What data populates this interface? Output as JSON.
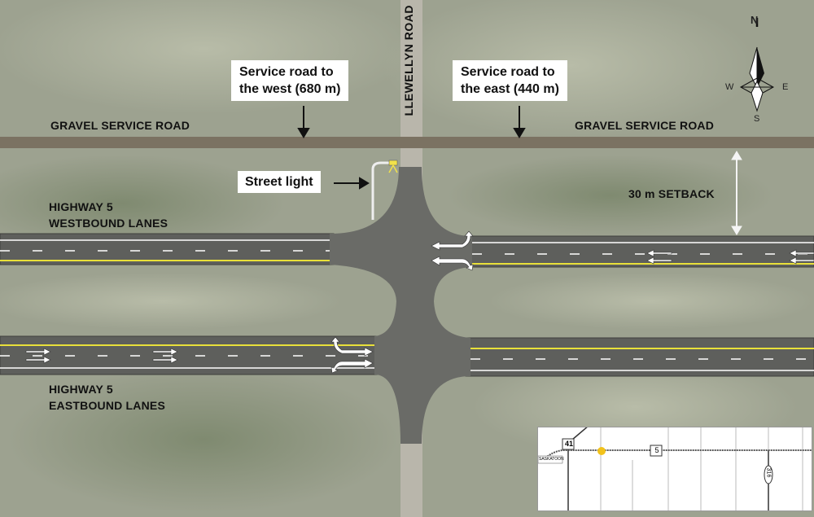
{
  "labels": {
    "road_north_south": "LLEWELLYN ROAD",
    "gravel_west": "GRAVEL SERVICE ROAD",
    "gravel_east": "GRAVEL SERVICE ROAD",
    "service_west": "Service road to the west (680 m)",
    "service_west_l1": "Service road to",
    "service_west_l2": "the west (680 m)",
    "service_east_l1": "Service road to",
    "service_east_l2": "the east (440 m)",
    "street_light": "Street light",
    "setback": "30 m SETBACK",
    "westbound_l1": "HIGHWAY 5",
    "westbound_l2": "WESTBOUND LANES",
    "eastbound_l1": "HIGHWAY 5",
    "eastbound_l2": "EASTBOUND LANES"
  },
  "compass": {
    "n": "N",
    "s": "S",
    "e": "E",
    "w": "W",
    "icon": "compass-rose-icon"
  },
  "inset_map": {
    "highway_41": "41",
    "highway_5": "5",
    "highway_316": "316",
    "city": "SASKATOON",
    "marker_color": "#f2c21b"
  },
  "colors": {
    "asphalt": "#5e5f5c",
    "gravel": "#7b7262",
    "lane_yellow": "#e8e03a",
    "lane_white": "#ffffff"
  }
}
